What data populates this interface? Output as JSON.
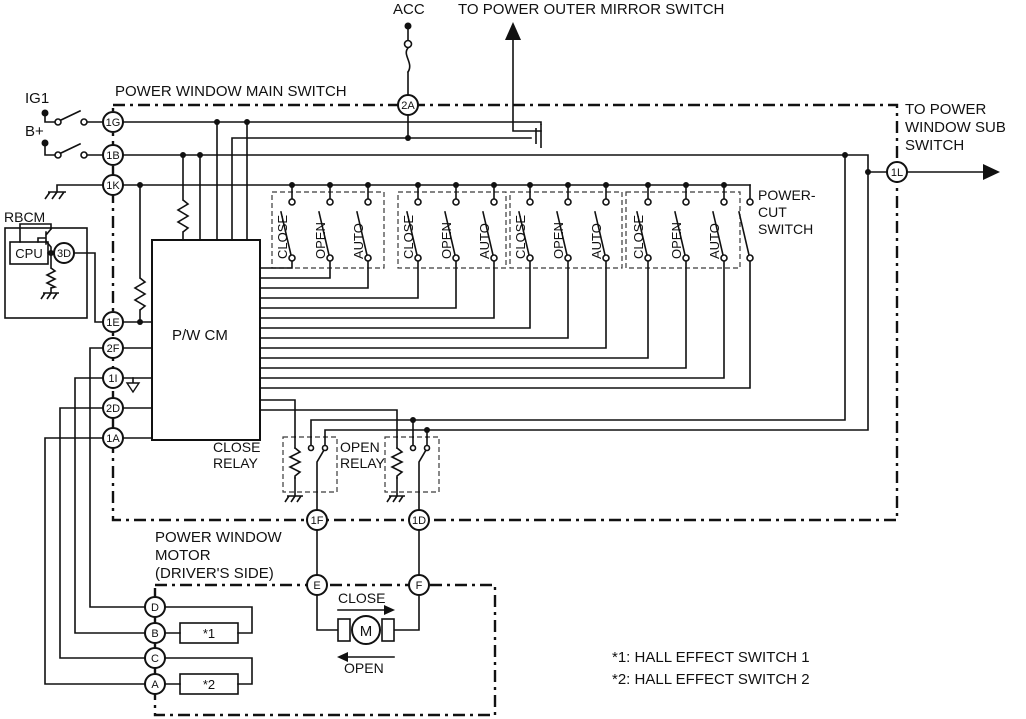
{
  "diagram": {
    "title": "POWER WINDOW MAIN SWITCH",
    "power": {
      "ig1": "IG1",
      "bplus": "B+",
      "acc": "ACC"
    },
    "destinations": {
      "outer_mirror": "TO POWER OUTER MIRROR SWITCH",
      "sub_switch_l1": "TO POWER",
      "sub_switch_l2": "WINDOW SUB",
      "sub_switch_l3": "SWITCH"
    },
    "modules": {
      "rbcm": "RBCM",
      "cpu": "CPU",
      "pwcm": "P/W CM"
    },
    "connectors": {
      "c2a": "2A",
      "c1g": "1G",
      "c1b": "1B",
      "c1k": "1K",
      "c3d": "3D",
      "c1e": "1E",
      "c2f": "2F",
      "c1i": "1I",
      "c2d": "2D",
      "c1a": "1A",
      "c1l": "1L",
      "c1f": "1F",
      "c1d": "1D",
      "ce": "E",
      "cf": "F",
      "cd": "D",
      "cb": "B",
      "cc": "C",
      "ca": "A"
    },
    "switch_groups": [
      {
        "labels": [
          "CLOSE",
          "OPEN",
          "AUTO"
        ]
      },
      {
        "labels": [
          "CLOSE",
          "OPEN",
          "AUTO"
        ]
      },
      {
        "labels": [
          "CLOSE",
          "OPEN",
          "AUTO"
        ]
      },
      {
        "labels": [
          "CLOSE",
          "OPEN",
          "AUTO"
        ]
      }
    ],
    "power_cut": {
      "l1": "POWER-",
      "l2": "CUT",
      "l3": "SWITCH"
    },
    "relays": {
      "close_l1": "CLOSE",
      "close_l2": "RELAY",
      "open_l1": "OPEN",
      "open_l2": "RELAY"
    },
    "motor": {
      "l1": "POWER WINDOW",
      "l2": "MOTOR",
      "l3": "(DRIVER'S SIDE)",
      "m": "M",
      "close": "CLOSE",
      "open": "OPEN"
    },
    "hall": {
      "s1": "*1",
      "s2": "*2"
    },
    "notes": {
      "n1": "*1: HALL EFFECT SWITCH 1",
      "n2": "*2: HALL EFFECT SWITCH 2"
    }
  }
}
